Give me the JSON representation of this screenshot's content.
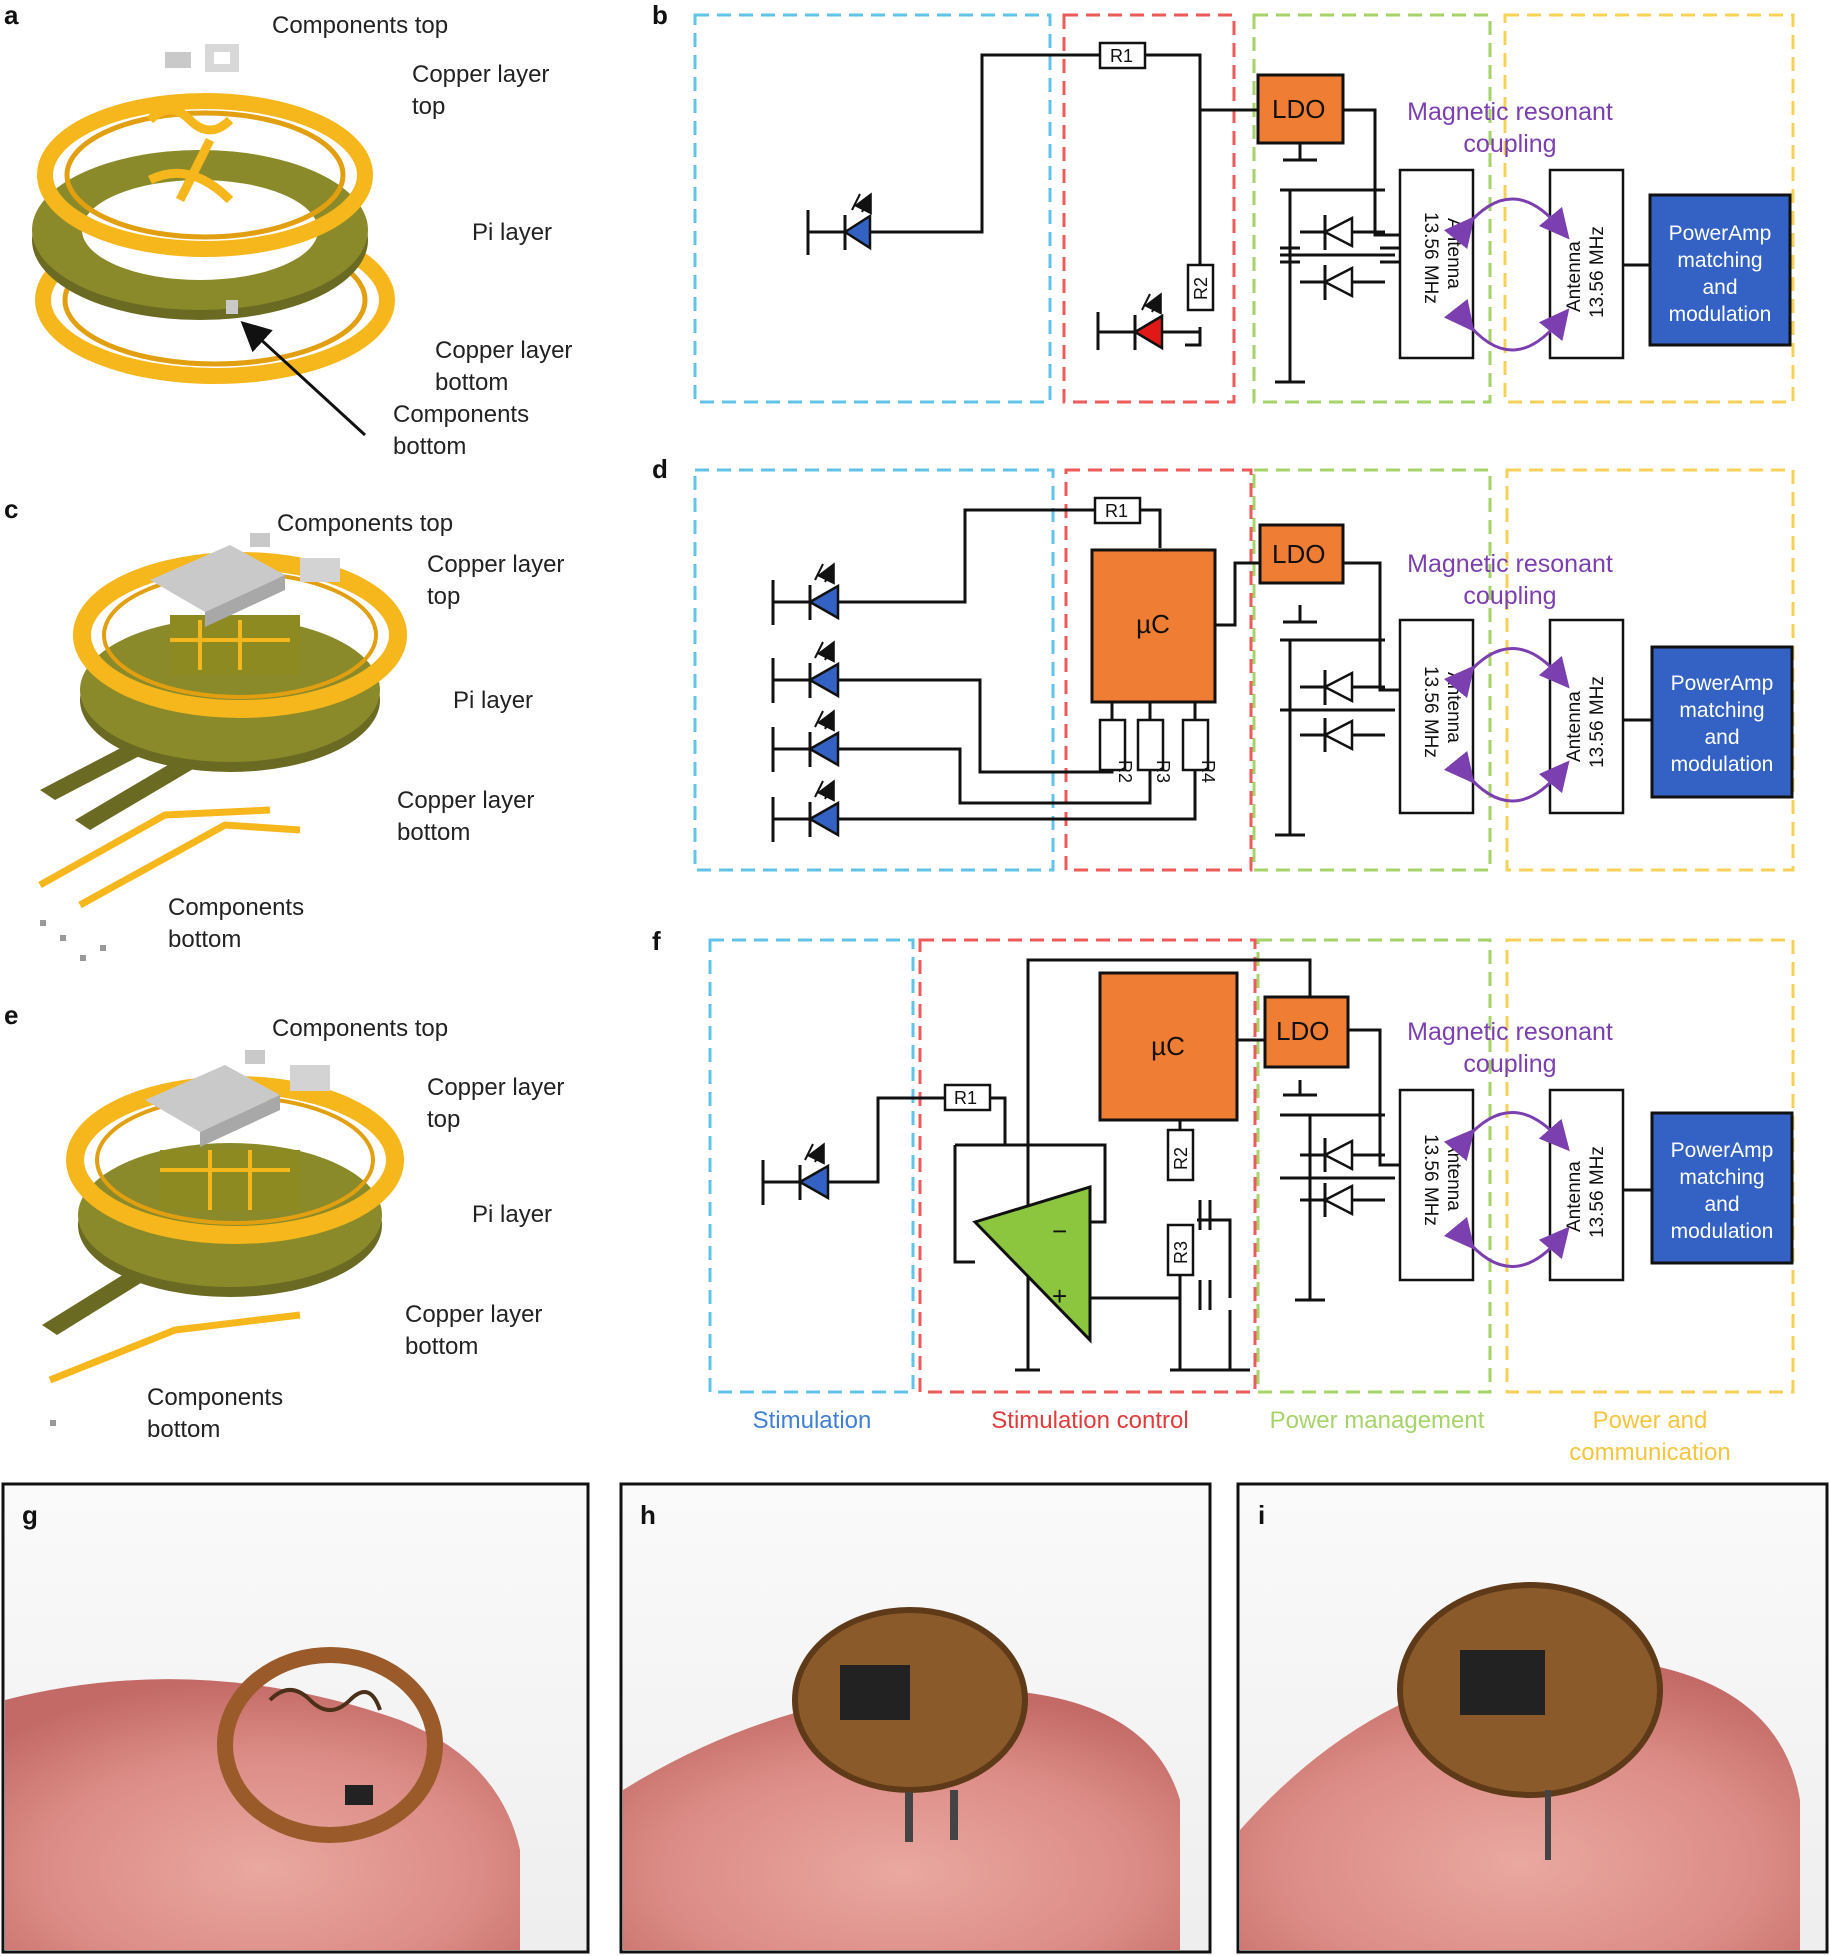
{
  "panels": {
    "a": {
      "letter": "a",
      "labels": [
        "Components top",
        "Copper layer",
        "top",
        "Pi layer",
        "Copper layer",
        "bottom",
        "Components",
        "bottom"
      ]
    },
    "b": {
      "letter": "b"
    },
    "c": {
      "letter": "c",
      "labels": [
        "Components top",
        "Copper layer",
        "top",
        "Pi layer",
        "Copper layer",
        "bottom",
        "Components",
        "bottom"
      ]
    },
    "d": {
      "letter": "d"
    },
    "e": {
      "letter": "e",
      "labels": [
        "Components top",
        "Copper layer",
        "top",
        "Pi layer",
        "Copper layer",
        "bottom",
        "Components",
        "bottom"
      ]
    },
    "f": {
      "letter": "f"
    },
    "g": {
      "letter": "g"
    },
    "h": {
      "letter": "h"
    },
    "i": {
      "letter": "i"
    }
  },
  "circuit": {
    "ldo": "LDO",
    "uc": "µC",
    "r1": "R1",
    "r2": "R2",
    "r3": "R3",
    "r4": "R4",
    "antenna": "Antenna",
    "freq": "13.56 MHz",
    "amp_lines": [
      "PowerAmp",
      "matching",
      "and",
      "modulation"
    ],
    "coupling": [
      "Magnetic resonant",
      "coupling"
    ],
    "minus": "−",
    "plus": "+"
  },
  "regions": [
    "Stimulation",
    "Stimulation control",
    "Power management",
    "Power and",
    "communication"
  ],
  "colors": {
    "stim": "#62c3e8",
    "control": "#ec5a5a",
    "power": "#a6d36a",
    "comm": "#f5d158",
    "ldo": "#ef7d34",
    "amp": "#3462c4",
    "opamp": "#8cc63f",
    "coupling": "#7b3fb0",
    "copper": "#f5b71c",
    "polyimide": "#6b6a22"
  }
}
